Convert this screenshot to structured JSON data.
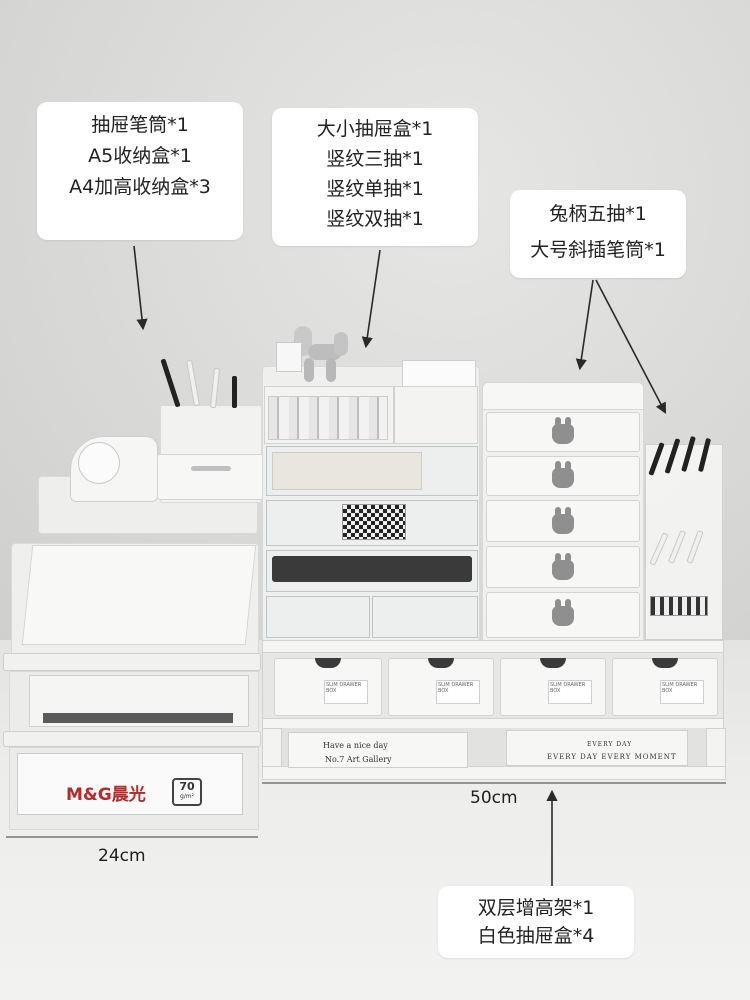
{
  "callouts": {
    "top_left": [
      "抽屉笔筒*1",
      "A5收纳盒*1",
      "A4加高收纳盒*3"
    ],
    "top_center": [
      "大小抽屉盒*1",
      "竖纹三抽*1",
      "竖纹单抽*1",
      "竖纹双抽*1"
    ],
    "top_right": [
      "兔柄五抽*1",
      "大号斜插笔筒*1"
    ],
    "bottom": [
      "双层增高架*1",
      "白色抽屉盒*4"
    ]
  },
  "dimensions": {
    "width_left": "24cm",
    "width_right": "50cm"
  },
  "printed_text": {
    "paper_brand": "M&G晨光",
    "paper_weight": "70",
    "paper_unit": "g/m²",
    "book1_line1": "Have a nice day",
    "book1_line2": "No.7 Art Gallery",
    "book2_line1": "EVERY DAY",
    "book2_line2": "EVERY DAY EVERY MOMENT",
    "drawer_label": "SLIM DRAWER BOX"
  },
  "colors": {
    "background": "#dededc",
    "callout_bg": "#ffffff",
    "furniture": "#f4f4f3",
    "knob": "#8f8f8f",
    "arrow": "#2a2a2a"
  }
}
